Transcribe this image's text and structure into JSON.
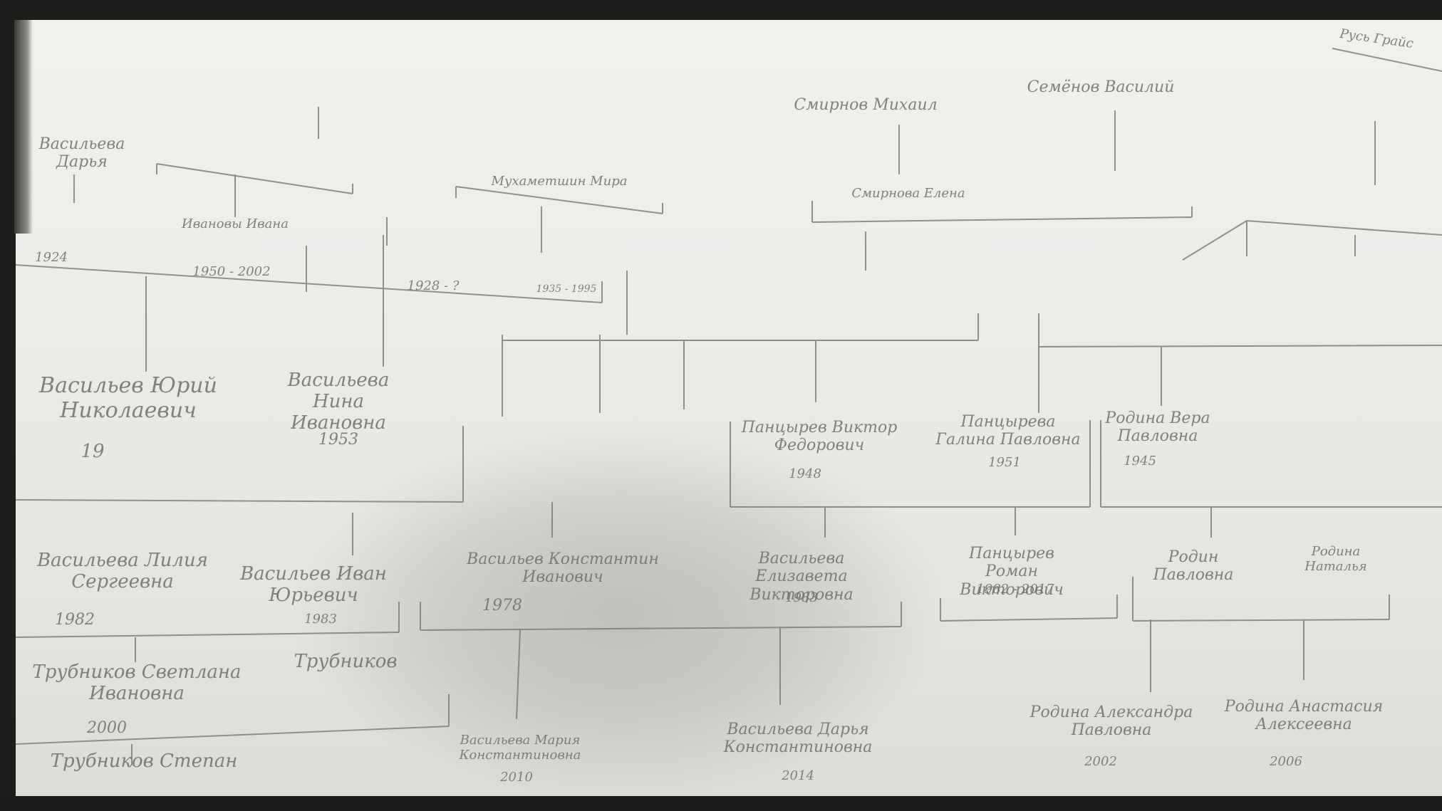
{
  "photo": {
    "description": "",
    "colors": {
      "paper": "#eeede9",
      "pencil": "#6f6e6b",
      "background": "#1e1d1b"
    }
  },
  "labels": {
    "top_corner": "Русь Грайс",
    "name_2": "Васильева Дарья",
    "name_3": "Ивановы Ивана",
    "name_4": "Смирнов Михаил",
    "name_5": "Семёнов Василий",
    "name_6": "Мухаметшин Мира",
    "name_7": "Смирнова Елена",
    "year_1": "1924",
    "year_2": "1950 - 2002",
    "year_3": "1928 - ?",
    "year_4": "1935 - 1995",
    "gen3_1": "Васильев Юрий Николаевич",
    "gen3_1_year": "19",
    "gen3_2": "Васильева Нина Ивановна",
    "gen3_2_year": "1953",
    "gen3_3": "Панцырев Виктор Федорович",
    "gen3_3_year": "1948",
    "gen3_4": "Панцырева Галина Павловна",
    "gen3_4_year": "1951",
    "gen3_5": "Родина Вера Павловна",
    "gen3_5_year": "1945",
    "gen4_1": "Васильева Лилия Сергеевна",
    "gen4_1_year": "1982",
    "gen4_2": "Васильев Иван Юрьевич",
    "gen4_2_year": "1983",
    "gen4_3": "Васильев Константин Иванович",
    "gen4_3_year": "1978",
    "gen4_4": "Васильева Елизавета Викторовна",
    "gen4_4_year": "1983",
    "gen4_5": "Панцырев Роман Викторович",
    "gen4_5_year": "1982 - 2017",
    "gen4_6": "Родин Павловна",
    "gen4_7": "Родина Наталья",
    "gen5_1": "Трубников Светлана Ивановна",
    "gen5_1_year": "2000",
    "gen5_2": "Трубников",
    "gen5_3": "Васильева Мария Константиновна",
    "gen5_3_year": "2010",
    "gen5_4": "Васильева Дарья Константиновна",
    "gen5_4_year": "2014",
    "gen5_5": "Родина Александра Павловна",
    "gen5_5_year": "2002",
    "gen5_6": "Родина Анастасия Алексеевна",
    "gen5_6_year": "2006",
    "gen6_1": "Трубников Степан"
  }
}
